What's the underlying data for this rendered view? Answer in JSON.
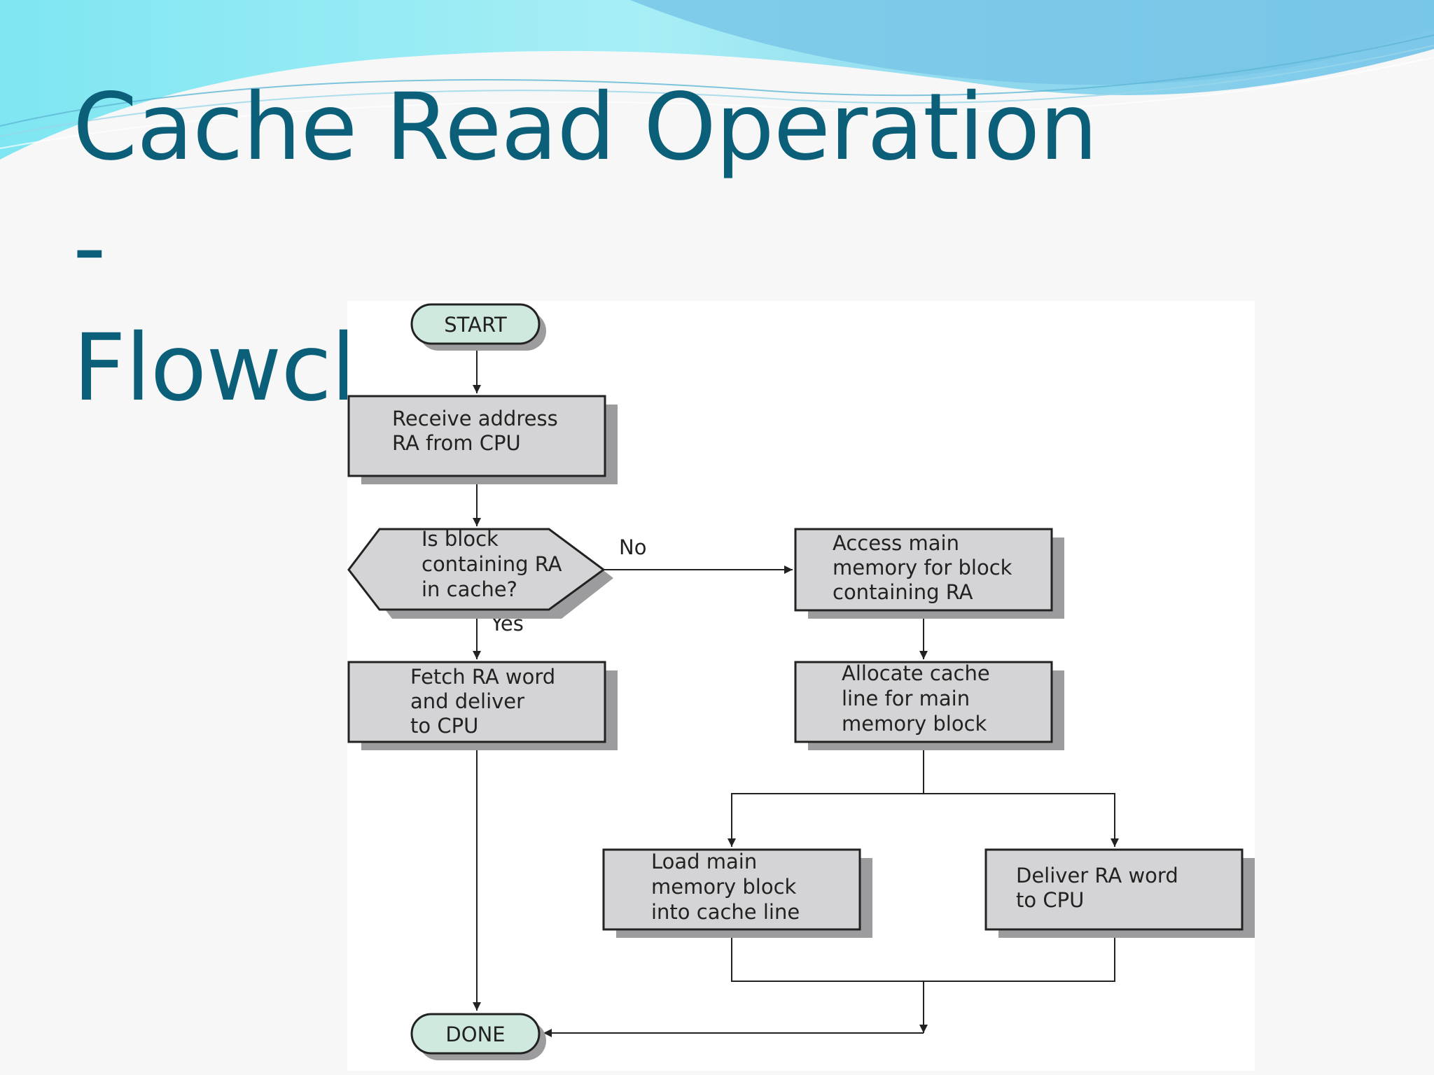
{
  "slide": {
    "title_line1": "Cache Read Operation -",
    "title_line2": "Flowchart",
    "title_color": "#0b5f78"
  },
  "flowchart": {
    "colors": {
      "terminal_fill": "#cfe9df",
      "process_fill": "#d4d4d6",
      "shadow": "#9c9c9e",
      "stroke": "#222222"
    },
    "nodes": {
      "start": {
        "label": "START"
      },
      "receive": {
        "lines": [
          "Receive address",
          "RA from CPU"
        ]
      },
      "decision": {
        "lines": [
          "Is block",
          "containing RA",
          "in cache?"
        ]
      },
      "access": {
        "lines": [
          "Access main",
          "memory for block",
          "containing RA"
        ]
      },
      "fetch": {
        "lines": [
          "Fetch RA word",
          "and deliver",
          "to CPU"
        ]
      },
      "allocate": {
        "lines": [
          "Allocate cache",
          "line for main",
          "memory block"
        ]
      },
      "load": {
        "lines": [
          "Load main",
          "memory block",
          "into cache line"
        ]
      },
      "deliver": {
        "lines": [
          "Deliver RA word",
          "to CPU"
        ]
      },
      "done": {
        "label": "DONE"
      }
    },
    "edge_labels": {
      "no": "No",
      "yes": "Yes"
    }
  }
}
